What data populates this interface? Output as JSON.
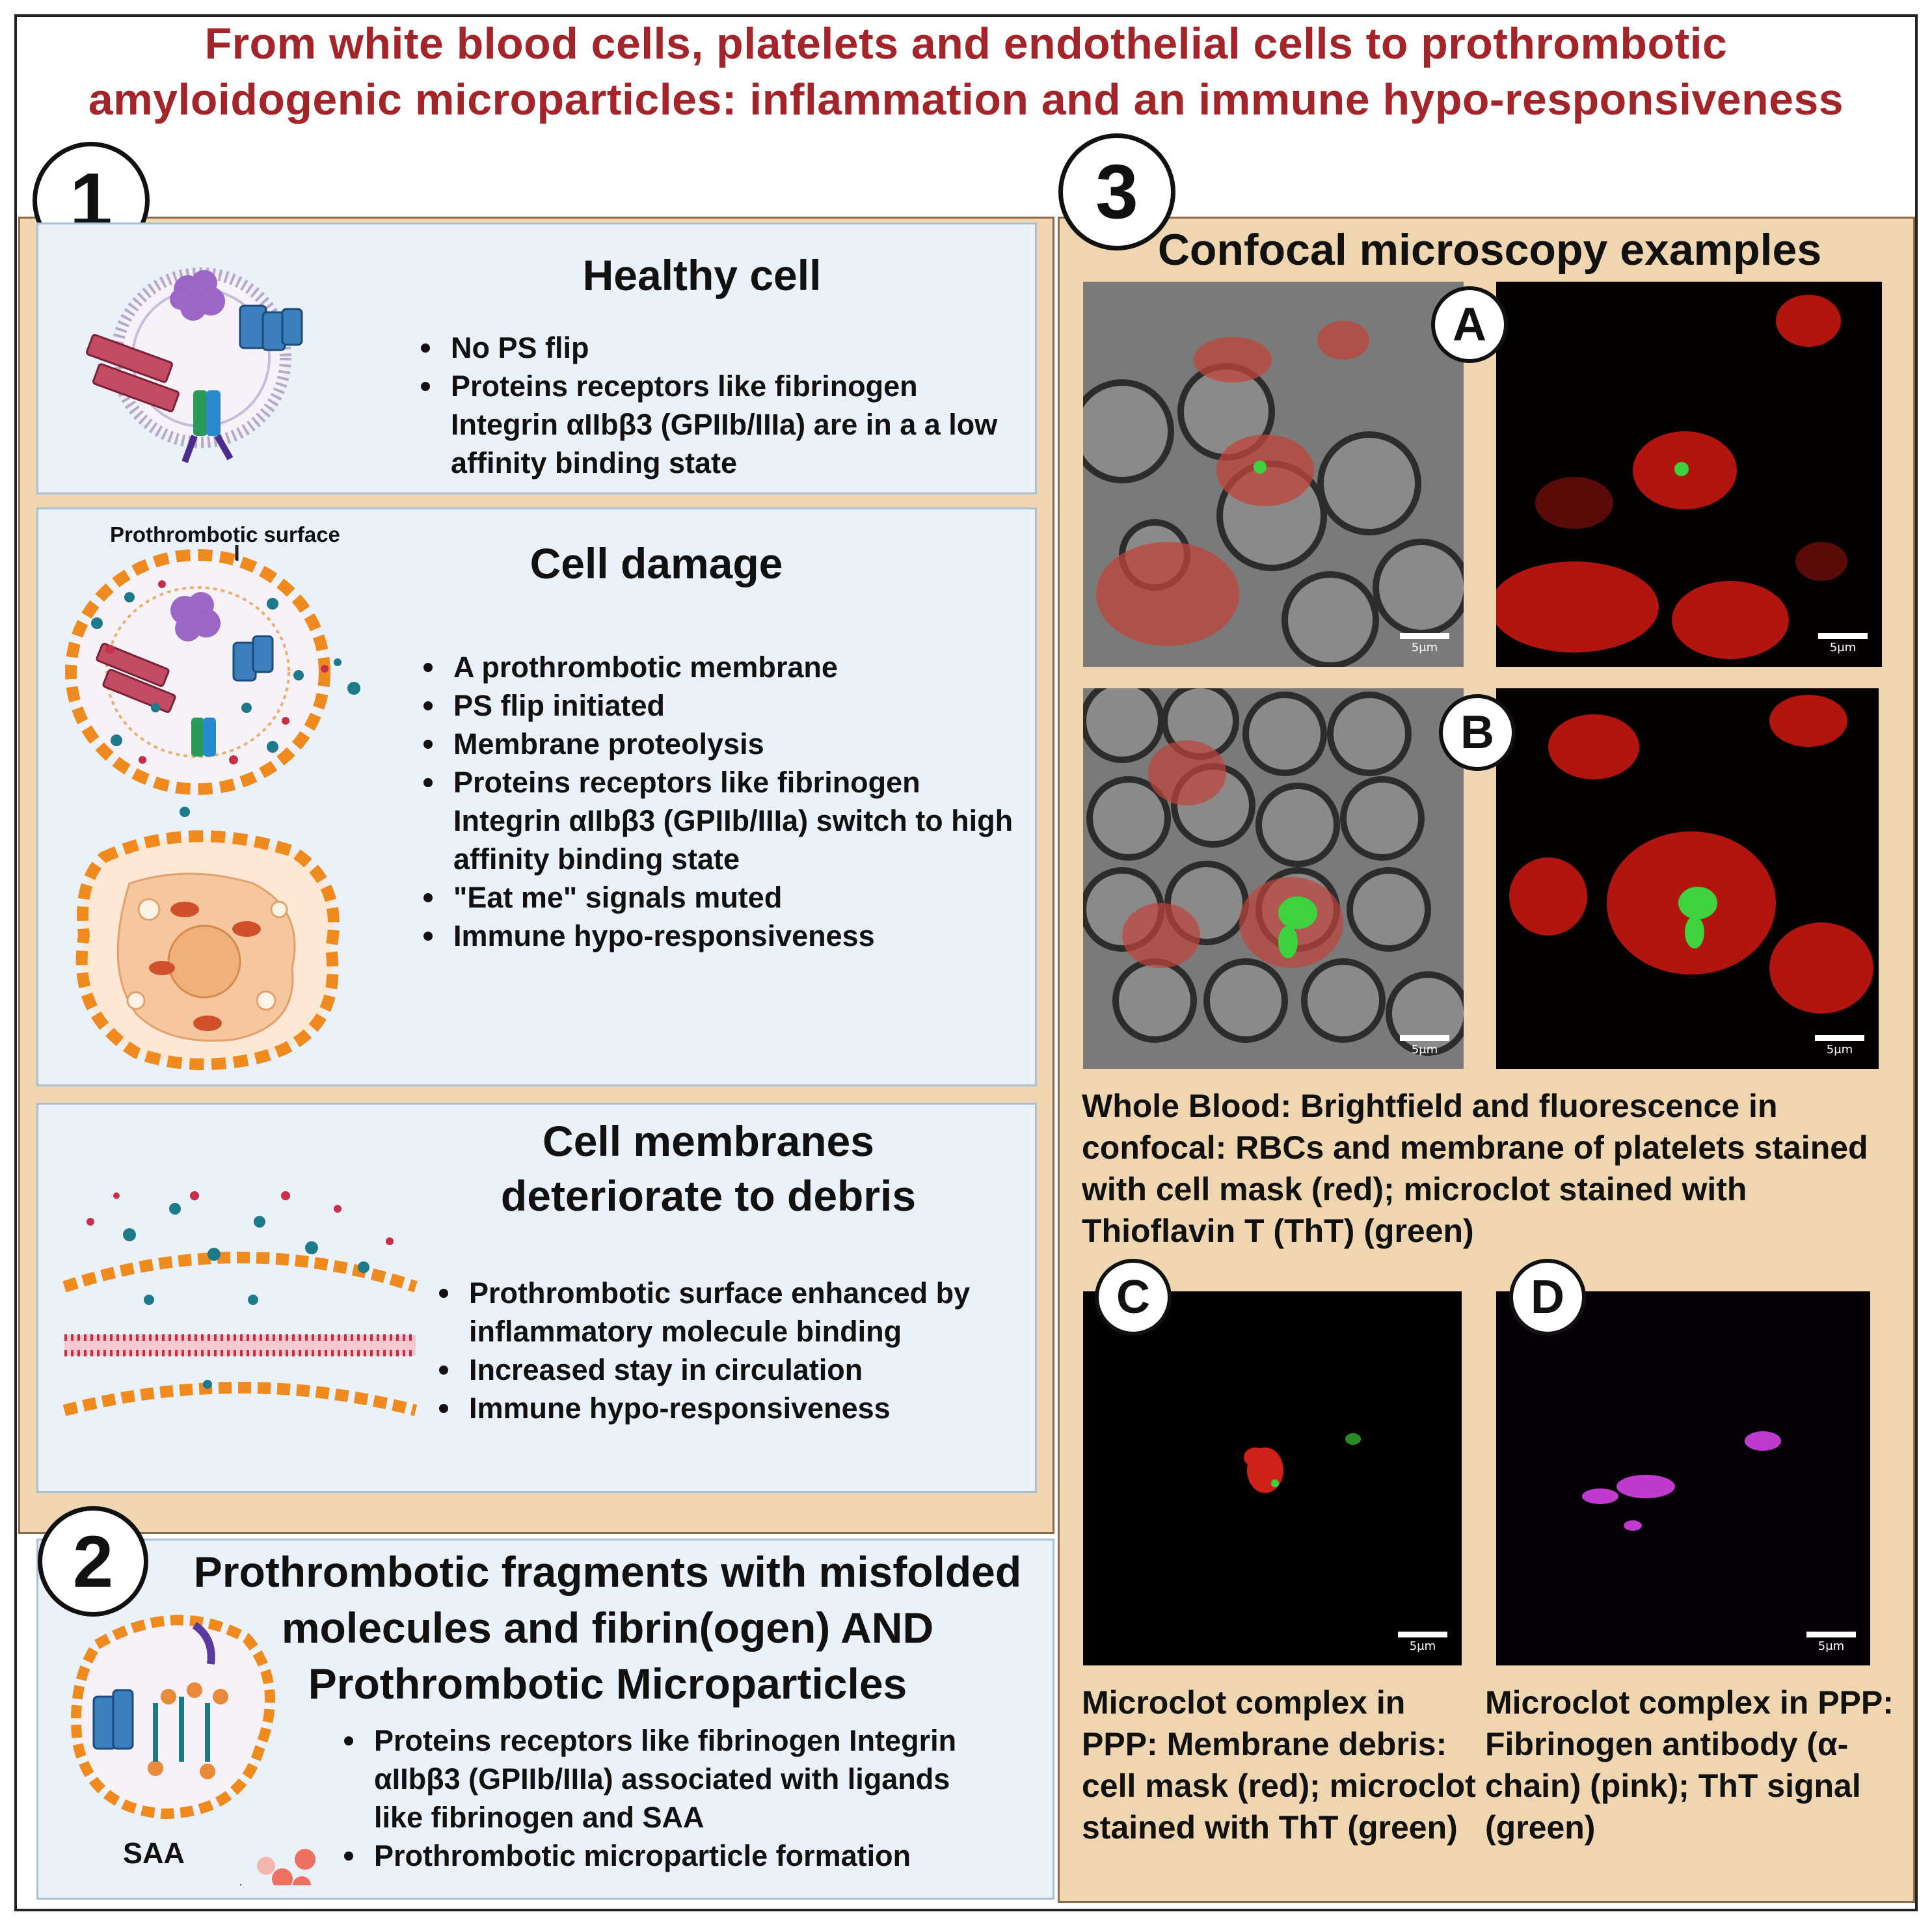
{
  "title": {
    "line1": "From white blood cells, platelets and endothelial cells to prothrombotic",
    "line2": "amyloidogenic microparticles: inflammation and an  immune  hypo-responsiveness"
  },
  "section1": {
    "badge": "1",
    "healthy": {
      "title": "Healthy cell",
      "bullets": [
        "No PS flip",
        "Proteins receptors like fibrinogen Integrin αIIbβ3 (GPIIb/IIIa)  are in a a low affinity binding state"
      ]
    },
    "damage": {
      "title": "Cell damage",
      "surface_label": "Prothrombotic surface",
      "bullets": [
        "A prothrombotic membrane",
        "PS flip initiated",
        "Membrane proteolysis",
        "Proteins receptors like fibrinogen Integrin αIIbβ3 (GPIIb/IIIa)  switch to high affinity binding state",
        "\"Eat me\" signals muted",
        "Immune hypo-responsiveness"
      ]
    },
    "debris": {
      "title_line1": "Cell membranes",
      "title_line2": "deteriorate to debris",
      "bullets": [
        "Prothrombotic surface enhanced by inflammatory molecule binding",
        "Increased stay in circulation",
        "Immune hypo-responsiveness"
      ]
    }
  },
  "section2": {
    "badge": "2",
    "title_line1": "Prothrombotic fragments with misfolded",
    "title_line2": "molecules and fibrin(ogen) AND",
    "title_line3": "Prothrombotic Microparticles",
    "saa_label": "SAA",
    "bullets": [
      "Proteins receptors like fibrinogen Integrin αIIbβ3 (GPIIb/IIIa)  associated with ligands like fibrinogen and SAA",
      "Prothrombotic microparticle formation"
    ]
  },
  "section3": {
    "badge": "3",
    "title": "Confocal microscopy examples",
    "scale_label": "5μm",
    "panels": {
      "A": "A",
      "B": "B",
      "C": "C",
      "D": "D"
    },
    "caption_ab": "Whole Blood: Brightfield and fluorescence in confocal: RBCs and membrane of platelets stained with cell mask (red); microclot stained with Thioflavin T (ThT) (green)",
    "caption_c": "Microclot complex in PPP: Membrane debris: cell mask (red); microclot stained with ThT (green)",
    "caption_d": "Microclot complex in PPP:  Fibrinogen antibody (α-chain) (pink); ThT signal (green)"
  },
  "colors": {
    "title_red": "#a3252a",
    "tan_background": "#efd5b0",
    "blue_box": "#eaf1f8",
    "membrane_orange": "#ee8a1e",
    "stain_red": "#d0201a",
    "stain_green": "#3fd23f",
    "stain_pink": "#c03ad0"
  }
}
